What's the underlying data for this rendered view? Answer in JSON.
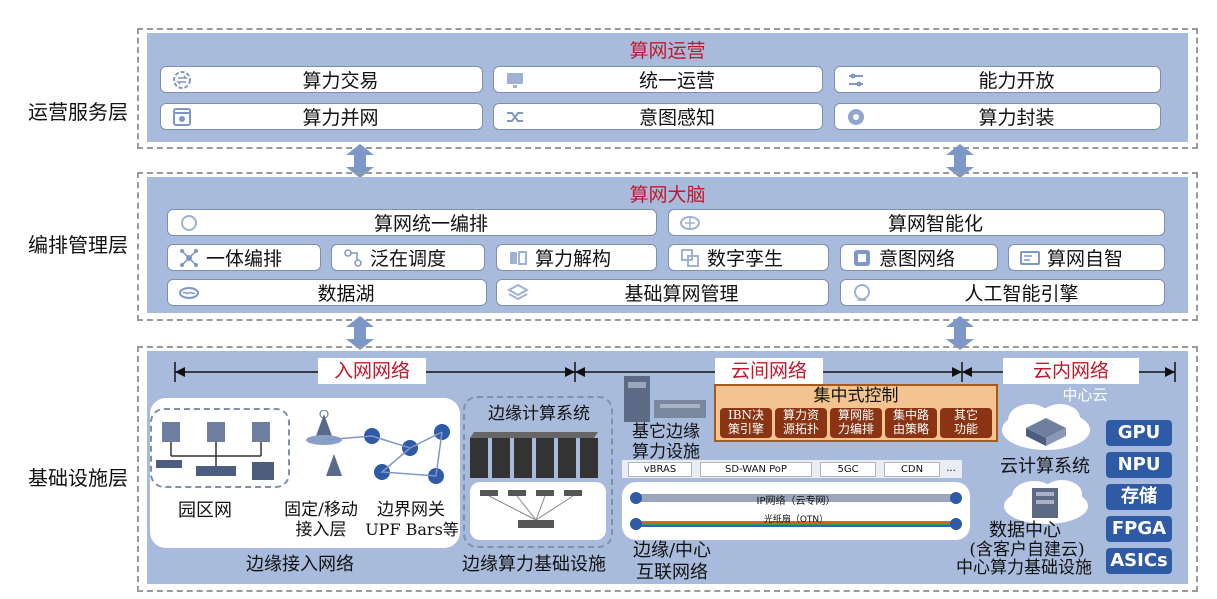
{
  "layers": {
    "operation": "运营服务层",
    "orchestration": "编排管理层",
    "infrastructure": "基础设施层"
  },
  "operation": {
    "title": "算网运营",
    "items": [
      {
        "label": "算力交易",
        "icon": "exchange-icon"
      },
      {
        "label": "统一运营",
        "icon": "monitor-icon"
      },
      {
        "label": "能力开放",
        "icon": "sliders-icon"
      },
      {
        "label": "算力并网",
        "icon": "window-icon"
      },
      {
        "label": "意图感知",
        "icon": "shuffle-icon"
      },
      {
        "label": "算力封装",
        "icon": "package-icon"
      }
    ]
  },
  "brain": {
    "title": "算网大脑",
    "row1": [
      {
        "label": "算网统一编排",
        "icon": "orchestration-icon"
      },
      {
        "label": "算网智能化",
        "icon": "brain-icon"
      }
    ],
    "row2": [
      {
        "label": "一体编排",
        "icon": "network-icon"
      },
      {
        "label": "泛在调度",
        "icon": "dispatch-icon"
      },
      {
        "label": "算力解构",
        "icon": "deconstruct-icon"
      },
      {
        "label": "数字孪生",
        "icon": "twin-icon"
      },
      {
        "label": "意图网络",
        "icon": "chip-icon"
      },
      {
        "label": "算网自智",
        "icon": "autonomy-icon"
      }
    ],
    "row3": [
      {
        "label": "数据湖",
        "icon": "lake-icon"
      },
      {
        "label": "基础算网管理",
        "icon": "layers-icon"
      },
      {
        "label": "人工智能引擎",
        "icon": "ai-icon"
      }
    ]
  },
  "infra": {
    "segments": [
      "入网网络",
      "云间网络",
      "云内网络"
    ],
    "campus": "园区网",
    "fixed_mobile": "固定/移动",
    "access_layer": "接入层",
    "border_gw": "边界网关",
    "upf": "UPF Bars等",
    "edge_access": "边缘接入网络",
    "edge_compute_system": "边缘计算系统",
    "edge_infra": "边缘算力基础设施",
    "other_edge_1": "基它边缘",
    "other_edge_2": "算力设施",
    "central_control": {
      "title": "集中式控制",
      "chips": [
        [
          "IBN决",
          "策引擎"
        ],
        [
          "算力资",
          "源拓扑"
        ],
        [
          "算网能",
          "力编排"
        ],
        [
          "集中路",
          "由策略"
        ],
        [
          "其它",
          "功能"
        ]
      ]
    },
    "strip": [
      "vBRAS",
      "SD-WAN PoP",
      "5GC",
      "CDN",
      "..."
    ],
    "ip_network": "IP网络（云专网）",
    "otn": "光纸扇（OTN）",
    "interconnect_1": "边缘/中心",
    "interconnect_2": "互联网络",
    "center_cloud": "中心云",
    "cloud_system": "云计算系统",
    "dc_1": "数据中心",
    "dc_2": "(含客户自建云)",
    "dc_3": "中心算力基础设施",
    "chips": [
      "GPU",
      "NPU",
      "存储",
      "FPGA",
      "ASICs"
    ]
  },
  "colors": {
    "panel": "#a9bbdc",
    "title_red": "#c0182c",
    "arrow": "#7d97c7",
    "chip_blue": "#2f5aa5",
    "central_bg": "#f3c48f",
    "central_chip": "#8a3414"
  }
}
